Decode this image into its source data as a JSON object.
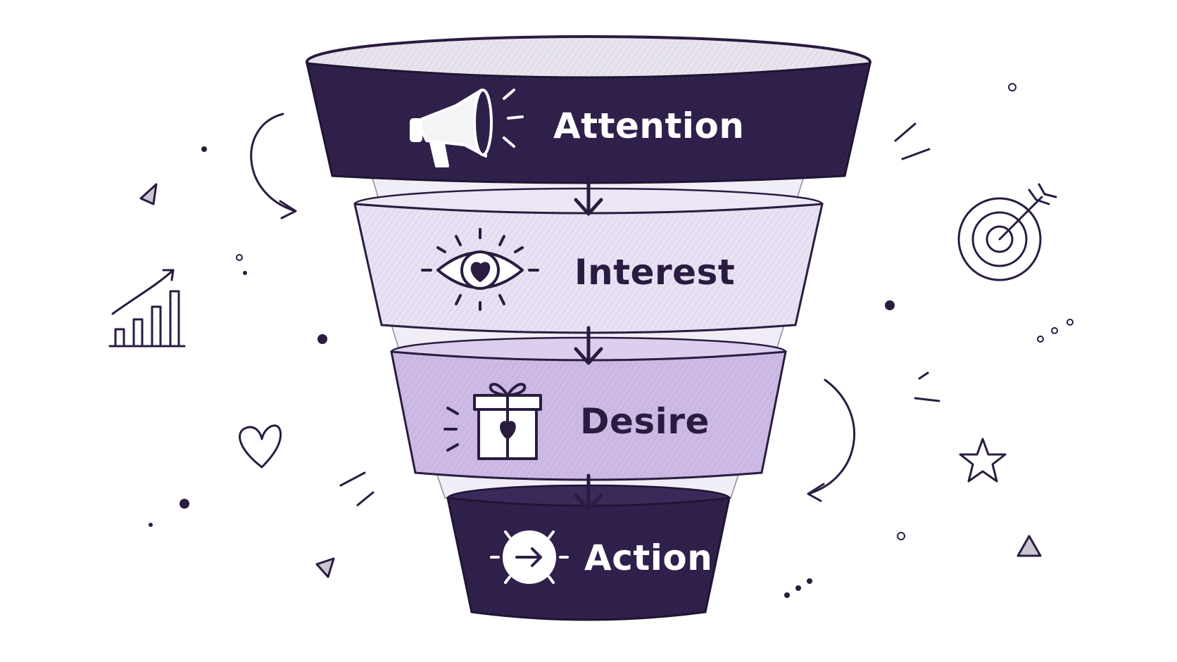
{
  "colors": {
    "dark": "#2e1f4a",
    "light": "#e9e1f4",
    "mid": "#cdbbe6",
    "ink": "#2a1c40",
    "white": "#ffffff"
  },
  "stages": [
    {
      "label": "Attention",
      "icon": "megaphone-icon",
      "tone": "dark"
    },
    {
      "label": "Interest",
      "icon": "eye-heart-icon",
      "tone": "light"
    },
    {
      "label": "Desire",
      "icon": "gift-heart-icon",
      "tone": "mid"
    },
    {
      "label": "Action",
      "icon": "arrow-circle-icon",
      "tone": "dark"
    }
  ]
}
